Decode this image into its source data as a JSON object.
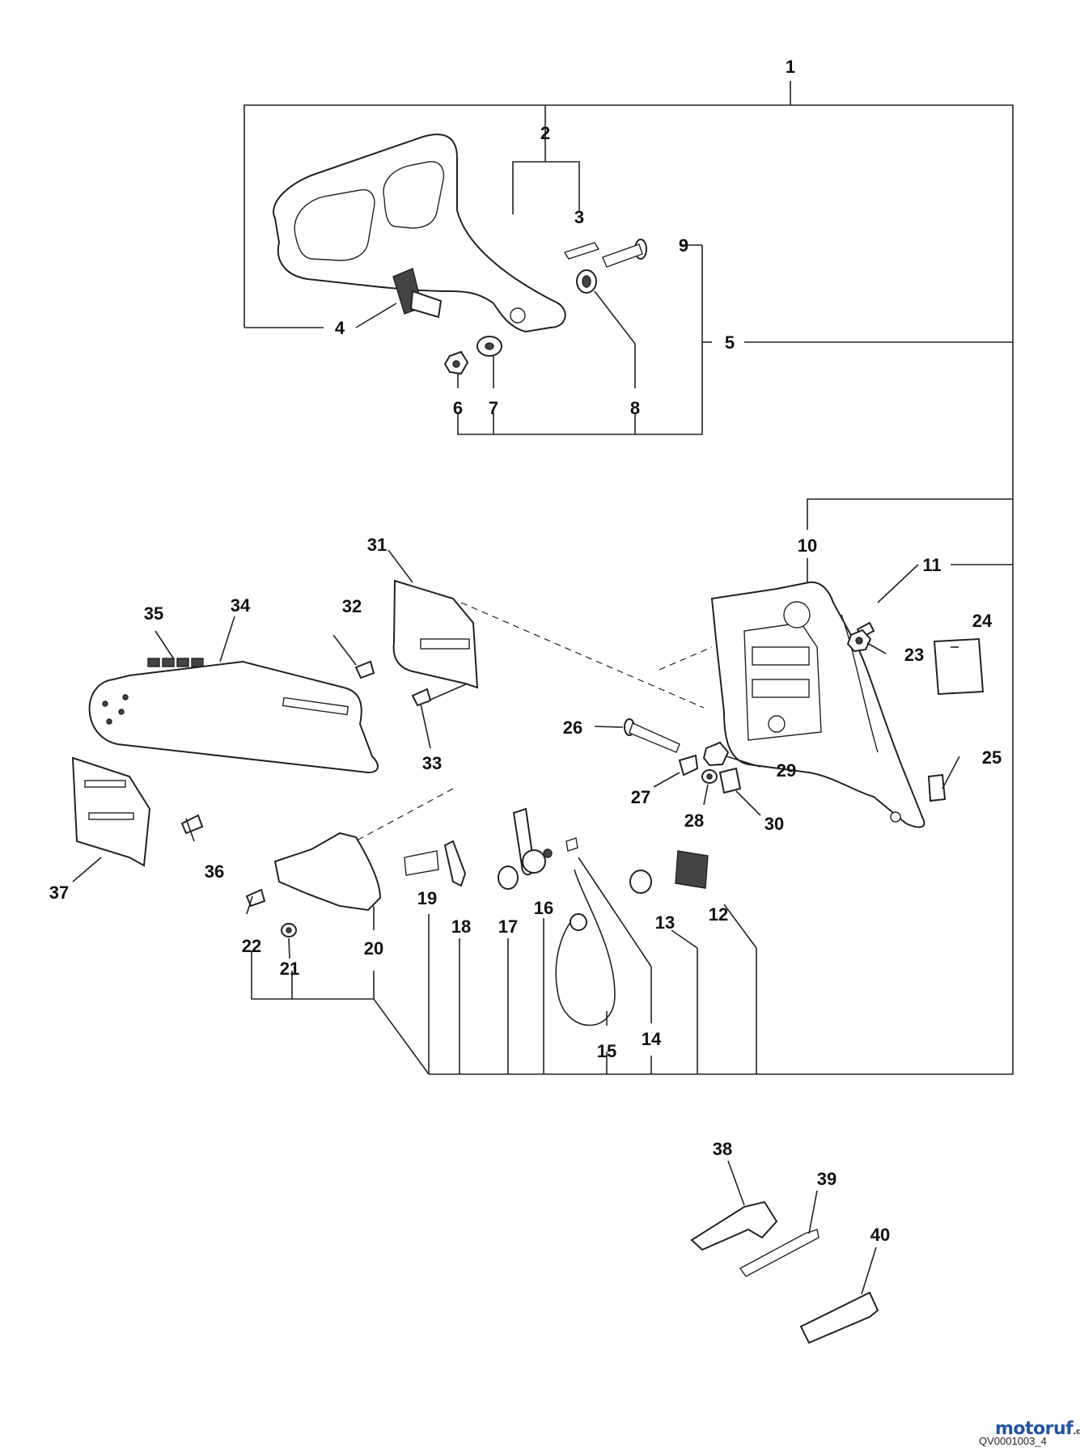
{
  "callouts": [
    "1",
    "2",
    "3",
    "4",
    "5",
    "6",
    "7",
    "8",
    "9",
    "10",
    "11",
    "12",
    "13",
    "14",
    "15",
    "16",
    "17",
    "18",
    "19",
    "20",
    "21",
    "22",
    "23",
    "24",
    "25",
    "26",
    "27",
    "28",
    "29",
    "30",
    "31",
    "32",
    "33",
    "34",
    "35",
    "36",
    "37",
    "38",
    "39",
    "40"
  ],
  "footer": {
    "code": "QV0001003_4",
    "brand": "motoruf",
    "brand_suffix": ".de"
  }
}
